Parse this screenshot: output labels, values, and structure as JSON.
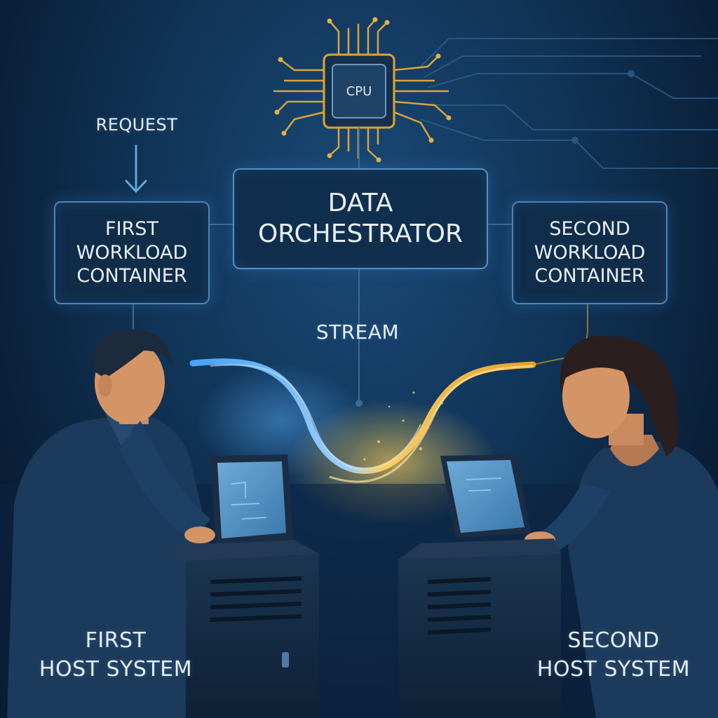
{
  "request": {
    "label": "REQUEST"
  },
  "first_container": {
    "lines": [
      "FIRST",
      "WORKLOAD",
      "CONTAINER"
    ]
  },
  "orchestrator": {
    "lines": [
      "DATA",
      "ORCHESTRATOR"
    ]
  },
  "second_container": {
    "lines": [
      "SECOND",
      "WORKLOAD",
      "CONTAINER"
    ]
  },
  "cpu": {
    "label": "CPU"
  },
  "stream": {
    "label": "STREAM"
  },
  "first_host": {
    "lines": [
      "FIRST",
      "HOST SYSTEM"
    ]
  },
  "second_host": {
    "lines": [
      "SECOND",
      "HOST SYSTEM"
    ]
  },
  "colors": {
    "background": "#0f2d4d",
    "box_border": "#4d84b5",
    "stream_blue": "#5fb8ff",
    "stream_gold": "#ffc23a",
    "chip_pins": "#e0a83a"
  },
  "icons": [
    "cpu-chip-icon",
    "down-arrow-icon",
    "laptop-icon",
    "server-tower-icon"
  ]
}
